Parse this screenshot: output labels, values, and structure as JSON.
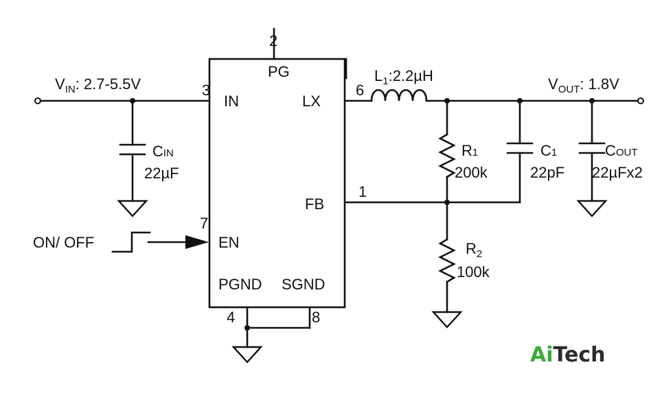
{
  "vin": {
    "prefix": "V",
    "sub": "IN",
    "value": ": 2.7-5.5V"
  },
  "vout": {
    "prefix": "V",
    "sub": "OUT",
    "value": ": 1.8V"
  },
  "ic": {
    "pins": {
      "pg": {
        "num": "2",
        "name": "PG"
      },
      "in": {
        "num": "3",
        "name": "IN"
      },
      "lx": {
        "num": "6",
        "name": "LX"
      },
      "fb": {
        "num": "1",
        "name": "FB"
      },
      "en": {
        "num": "7",
        "name": "EN"
      },
      "pgnd": {
        "num": "4",
        "name": "PGND"
      },
      "sgnd": {
        "num": "8",
        "name": "SGND"
      }
    }
  },
  "components": {
    "cin": {
      "prefix": "C",
      "sub": "IN",
      "value": "22µF"
    },
    "l1": {
      "prefix": "L",
      "sub": "1",
      "value": ":2.2µH"
    },
    "r1": {
      "prefix": "R",
      "sub": "1",
      "value": "200k"
    },
    "c1": {
      "prefix": "C",
      "sub": "1",
      "value": "22pF"
    },
    "cout": {
      "prefix": "C",
      "sub": "OUT",
      "value": "22µFx2"
    },
    "r2": {
      "prefix": "R",
      "sub": "2",
      "value": "100k"
    }
  },
  "enable_input": {
    "label": "ON/ OFF"
  },
  "brand": {
    "part1": "Ai",
    "part2": "Tech"
  }
}
